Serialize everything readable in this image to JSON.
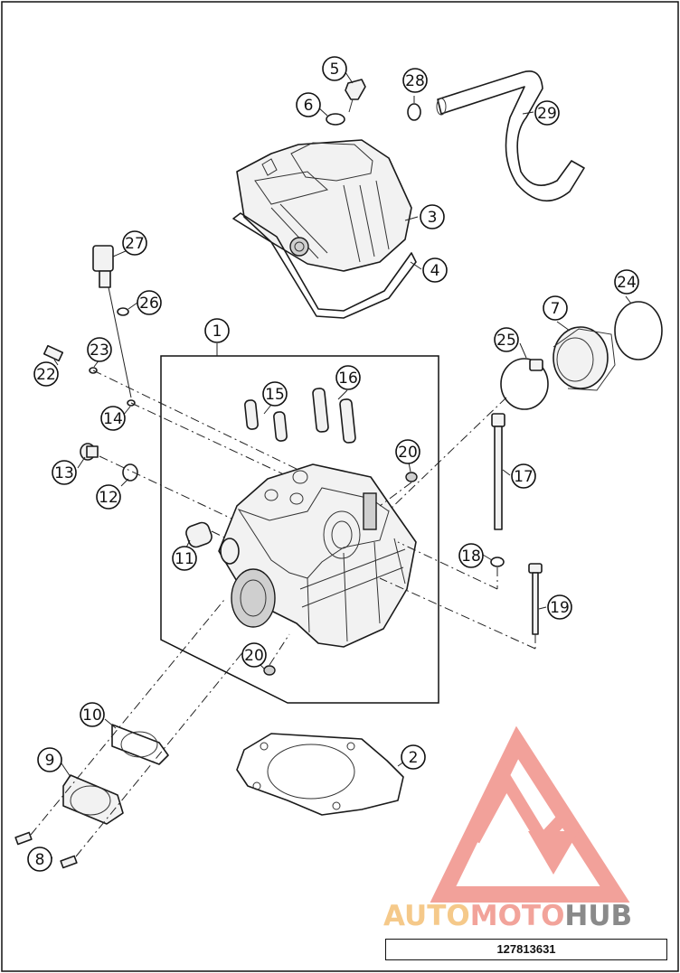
{
  "document_code": "127813631",
  "logo": {
    "part1": "AUTO",
    "part2": "MOTO",
    "part3": "HUB",
    "color1": "#f5c98a",
    "color2": "#f2a39a",
    "color3": "#8a8a8a",
    "mark_color": "#f08a82"
  },
  "callouts": [
    "1",
    "2",
    "3",
    "4",
    "5",
    "6",
    "7",
    "8",
    "9",
    "10",
    "11",
    "12",
    "13",
    "14",
    "15",
    "16",
    "17",
    "18",
    "19",
    "20",
    "20",
    "22",
    "23",
    "24",
    "25",
    "26",
    "27",
    "28",
    "29"
  ]
}
